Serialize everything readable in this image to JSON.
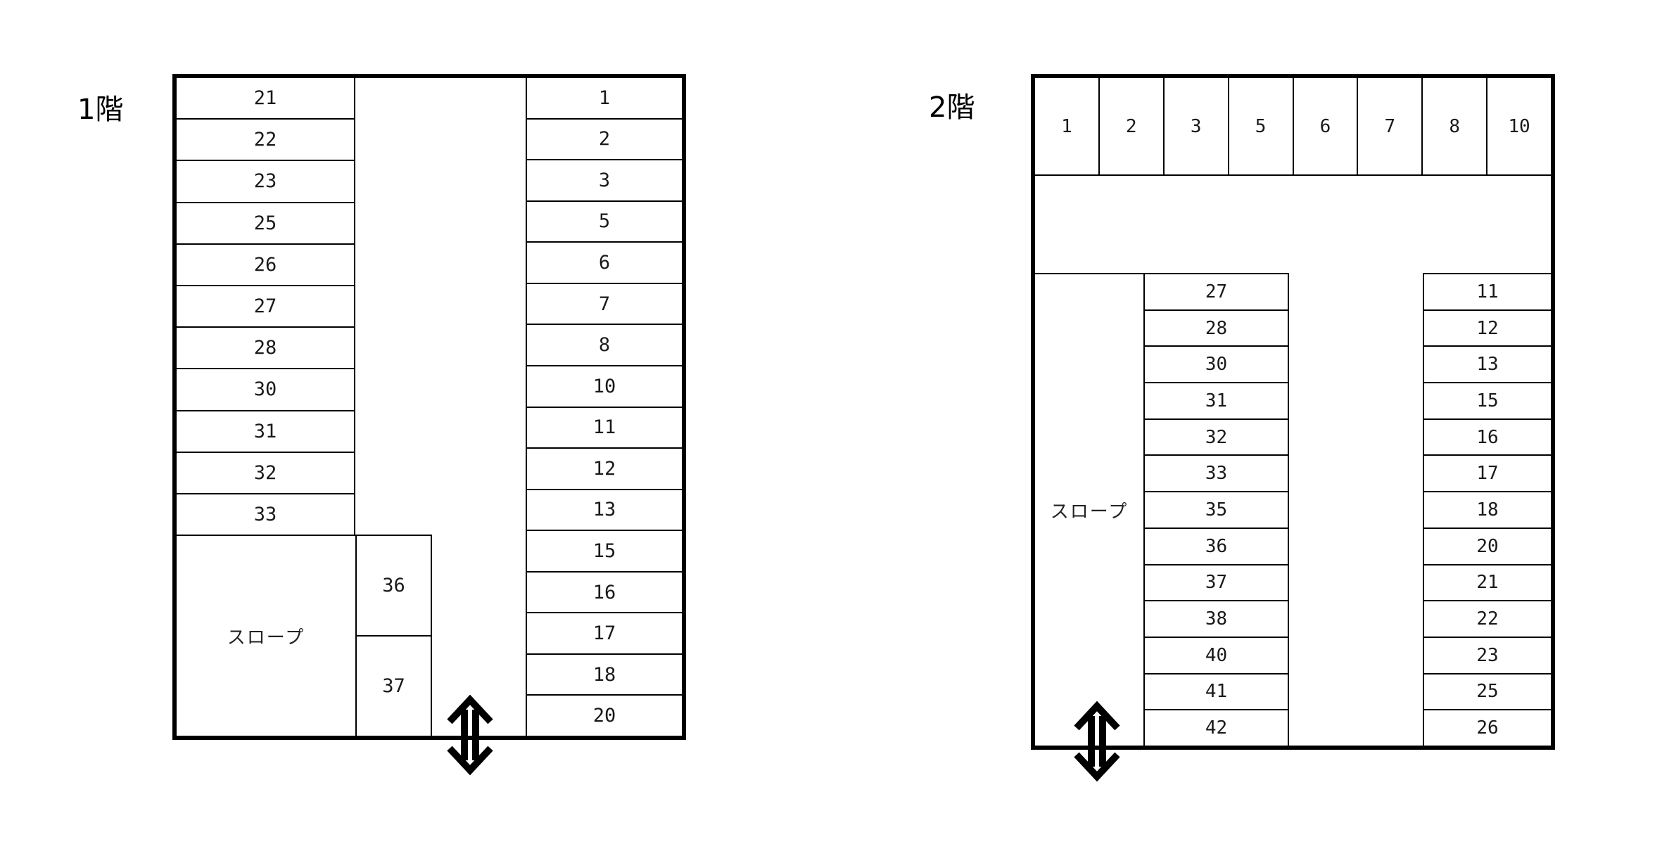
{
  "colors": {
    "background": "#ffffff",
    "line": "#000000",
    "text": "#1a1a1a"
  },
  "floor1": {
    "title": "1階",
    "left_column": [
      "21",
      "22",
      "23",
      "25",
      "26",
      "27",
      "28",
      "30",
      "31",
      "32",
      "33"
    ],
    "ramp_label": "スロープ",
    "island_column": [
      "36",
      "37"
    ],
    "right_column": [
      "1",
      "2",
      "3",
      "5",
      "6",
      "7",
      "8",
      "10",
      "11",
      "12",
      "13",
      "15",
      "16",
      "17",
      "18",
      "20"
    ],
    "arrow_icon": "updown-arrow"
  },
  "floor2": {
    "title": "2階",
    "top_row": [
      "1",
      "2",
      "3",
      "5",
      "6",
      "7",
      "8",
      "10"
    ],
    "ramp_label": "スロープ",
    "middle_column": [
      "27",
      "28",
      "30",
      "31",
      "32",
      "33",
      "35",
      "36",
      "37",
      "38",
      "40",
      "41",
      "42"
    ],
    "right_column": [
      "11",
      "12",
      "13",
      "15",
      "16",
      "17",
      "18",
      "20",
      "21",
      "22",
      "23",
      "25",
      "26"
    ],
    "arrow_icon": "updown-arrow"
  }
}
